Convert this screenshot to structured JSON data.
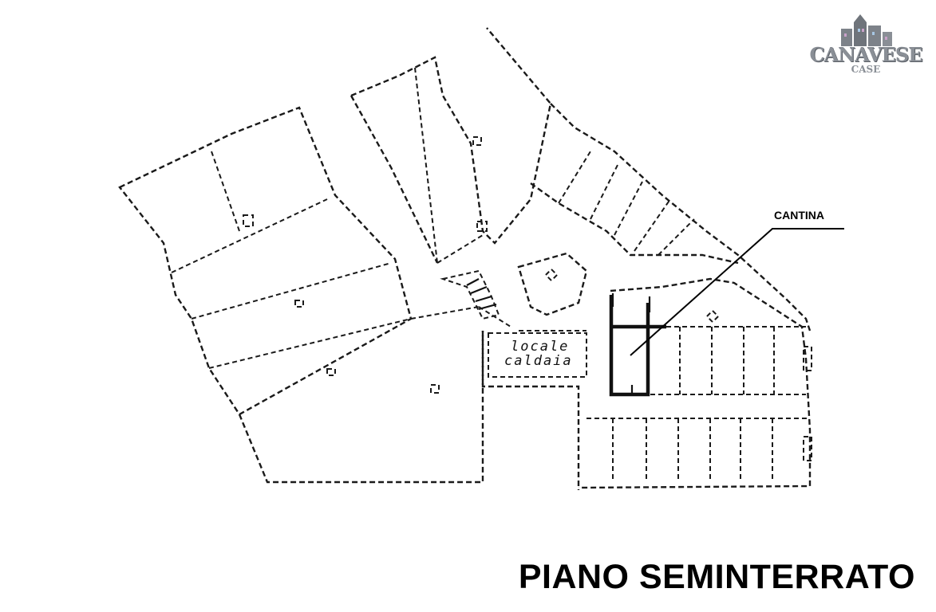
{
  "title": "PIANO SEMINTERRATO",
  "callout": {
    "label": "CANTINA"
  },
  "rooms": {
    "locale_line1": "locale",
    "locale_line2": "caldaia"
  },
  "logo": {
    "word": "CANAVESE",
    "sub": "CASE",
    "color": "#8a8f96"
  },
  "colors": {
    "line": "#1a1a1a",
    "background": "#ffffff"
  }
}
